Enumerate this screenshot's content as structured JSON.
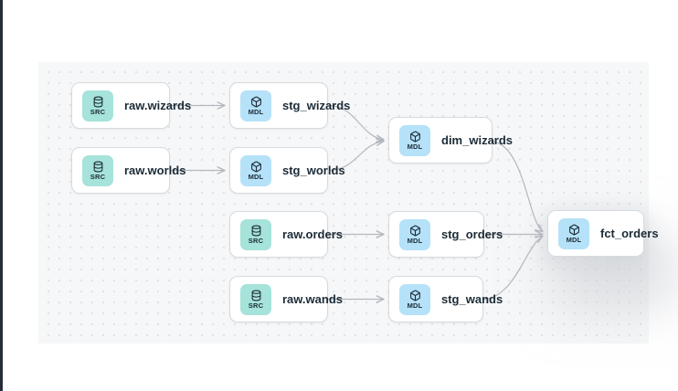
{
  "canvas": {
    "background": "#f6f7f8",
    "dot_color": "#e2e3e6"
  },
  "colors": {
    "page_bg": "#ffffff",
    "left_strip": "#252b3a",
    "src_badge_bg": "#a6e3da",
    "mdl_badge_bg": "#b5e2f8",
    "node_bg": "#ffffff",
    "node_border": "#d7dadd",
    "edge": "#b3b8be",
    "text": "#1c2b36"
  },
  "icons": {
    "source": "database-icon",
    "model": "cube-icon"
  },
  "nodes": [
    {
      "id": "raw.wizards",
      "label": "raw.wizards",
      "type": "source",
      "badge": "SRC"
    },
    {
      "id": "stg_wizards",
      "label": "stg_wizards",
      "type": "model",
      "badge": "MDL"
    },
    {
      "id": "raw.worlds",
      "label": "raw.worlds",
      "type": "source",
      "badge": "SRC"
    },
    {
      "id": "stg_worlds",
      "label": "stg_worlds",
      "type": "model",
      "badge": "MDL"
    },
    {
      "id": "dim_wizards",
      "label": "dim_wizards",
      "type": "model",
      "badge": "MDL"
    },
    {
      "id": "raw.orders",
      "label": "raw.orders",
      "type": "source",
      "badge": "SRC"
    },
    {
      "id": "stg_orders",
      "label": "stg_orders",
      "type": "model",
      "badge": "MDL"
    },
    {
      "id": "raw.wands",
      "label": "raw.wands",
      "type": "source",
      "badge": "SRC"
    },
    {
      "id": "stg_wands",
      "label": "stg_wands",
      "type": "model",
      "badge": "MDL"
    },
    {
      "id": "fct_orders",
      "label": "fct_orders",
      "type": "model",
      "badge": "MDL"
    }
  ],
  "edges": [
    {
      "from": "raw.wizards",
      "to": "stg_wizards"
    },
    {
      "from": "raw.worlds",
      "to": "stg_worlds"
    },
    {
      "from": "stg_wizards",
      "to": "dim_wizards"
    },
    {
      "from": "stg_worlds",
      "to": "dim_wizards"
    },
    {
      "from": "raw.orders",
      "to": "stg_orders"
    },
    {
      "from": "raw.wands",
      "to": "stg_wands"
    },
    {
      "from": "stg_orders",
      "to": "fct_orders"
    },
    {
      "from": "dim_wizards",
      "to": "fct_orders"
    },
    {
      "from": "stg_wands",
      "to": "fct_orders"
    }
  ]
}
